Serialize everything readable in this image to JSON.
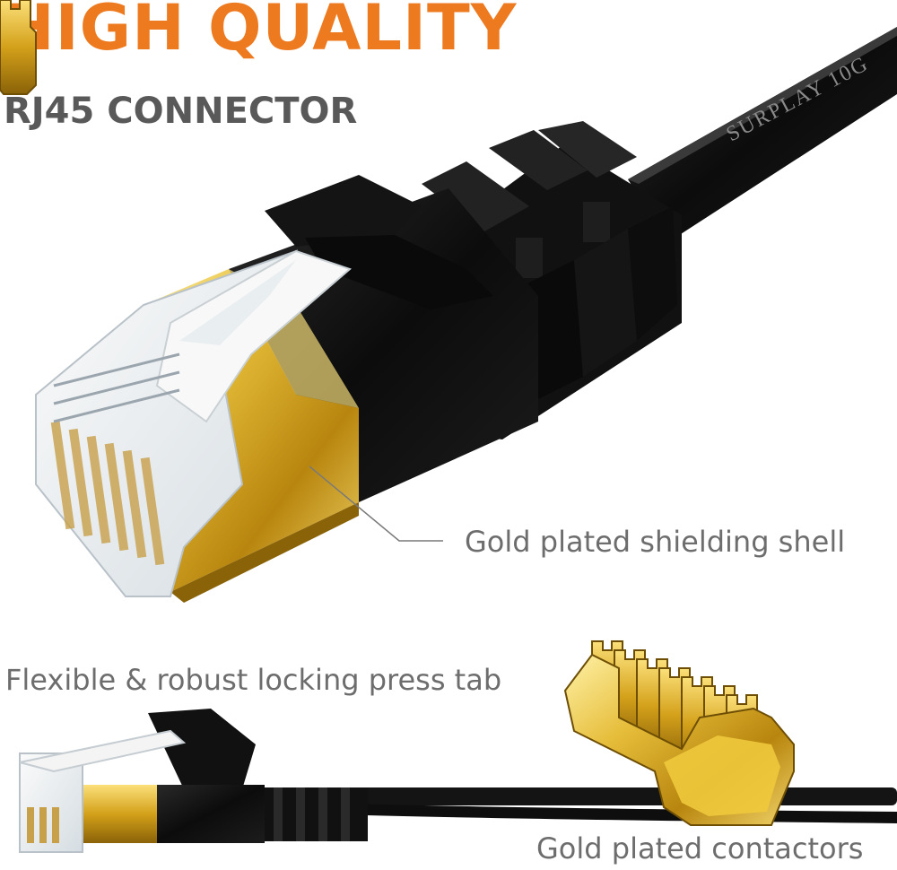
{
  "headline": "HIGH QUALITY",
  "subheadline": "RJ45 CONNECTOR",
  "cable_print": "SURPLAY 10G",
  "captions": {
    "shell": "Gold plated shielding shell",
    "tab": "Flexible & robust locking press tab",
    "contacts": "Gold plated contactors"
  },
  "colors": {
    "headline": "#ee7a1f",
    "subheadline": "#595959",
    "caption": "#6d6d6d",
    "gold": "#d9a820",
    "cable": "#141414"
  }
}
